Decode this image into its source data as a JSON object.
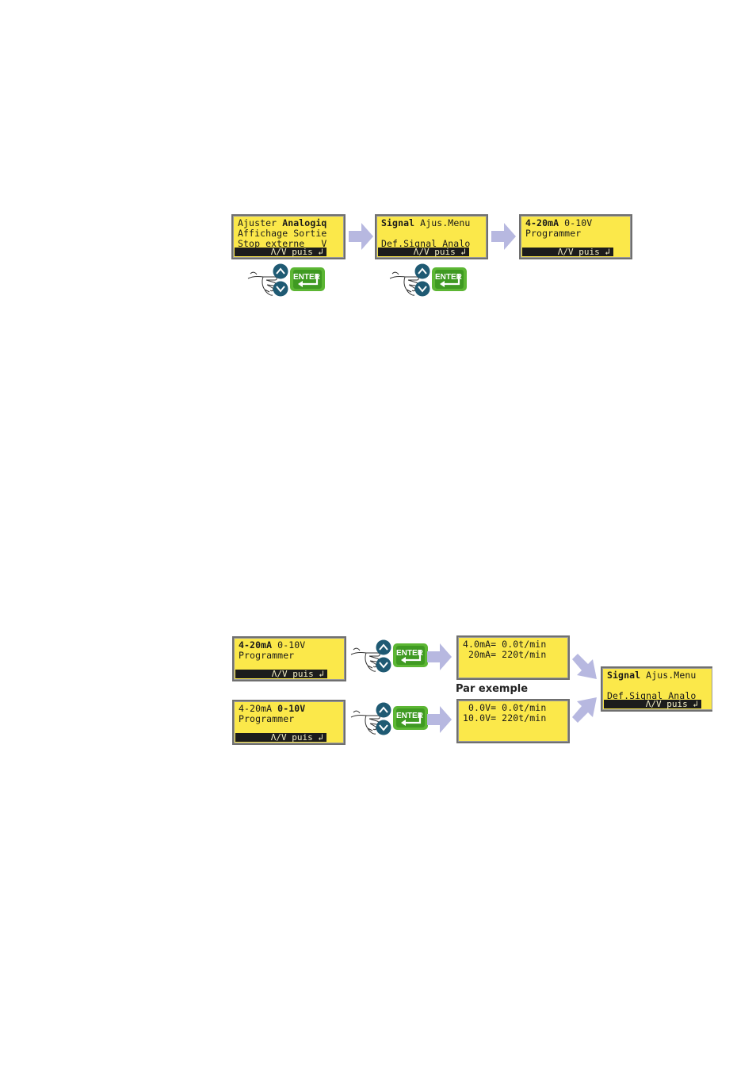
{
  "row1": {
    "screen1": {
      "line1_a": "Ajuster ",
      "line1_b": "Analogiq",
      "line2": "Affichage Sortie",
      "line3": "Stop externe   V",
      "bar": "Λ/V puis ↲"
    },
    "screen2": {
      "line1_a": "Signal",
      "line1_b": " Ajus.Menu",
      "line3": "Def.Signal Analo",
      "bar": "Λ/V puis ↲"
    },
    "screen3": {
      "line1_a": "4-20mA",
      "line1_b": " 0-10V",
      "line2": "Programmer",
      "bar": "Λ/V puis ↲"
    }
  },
  "row2": {
    "screen_ma": {
      "line1_a": "4-20mA",
      "line1_b": " 0-10V",
      "line2": "Programmer",
      "bar": "Λ/V puis ↲"
    },
    "screen_v": {
      "line1_a": "4-20mA ",
      "line1_b": "0-10V",
      "line2": "Programmer",
      "bar": "Λ/V puis ↲"
    },
    "result_ma": {
      "line1": "4.0mA= 0.0t/min",
      "line2": " 20mA= 220t/min"
    },
    "result_v": {
      "line1": " 0.0V= 0.0t/min",
      "line2": "10.0V= 220t/min"
    },
    "caption": "Par exemple",
    "final": {
      "line1_a": "Signal",
      "line1_b": " Ajus.Menu",
      "line3": "Def.Signal Analo",
      "bar": "Λ/V puis ↲"
    }
  },
  "controls": {
    "enter_label": "ENTER"
  },
  "colors": {
    "lcd": "#fbe84a",
    "arrow": "#b7b8e0",
    "nav_button": "#1f5a73",
    "enter_button": "#5cb634"
  }
}
